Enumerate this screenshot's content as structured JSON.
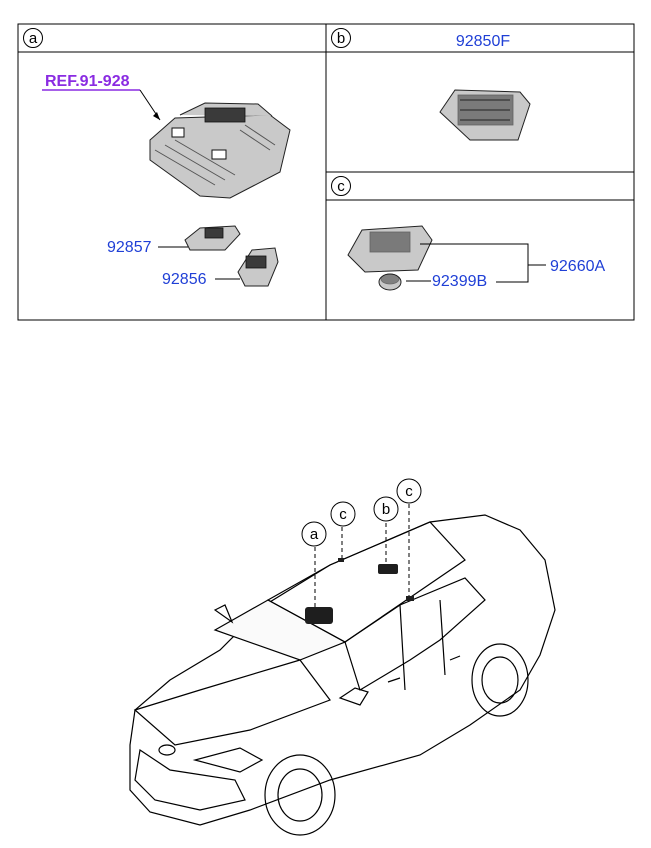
{
  "panels": {
    "a": {
      "tag": "a",
      "ref": "REF.91-928",
      "parts": [
        "92857",
        "92856"
      ]
    },
    "b": {
      "tag": "b",
      "part": "92850F"
    },
    "c": {
      "tag": "c",
      "parts": [
        "92399B"
      ],
      "assembly": "92660A"
    }
  },
  "car_callouts": [
    "a",
    "c",
    "b",
    "c"
  ],
  "colors": {
    "part_number": "#1f3fd6",
    "reference": "#8a2be2",
    "outline": "#000000"
  }
}
